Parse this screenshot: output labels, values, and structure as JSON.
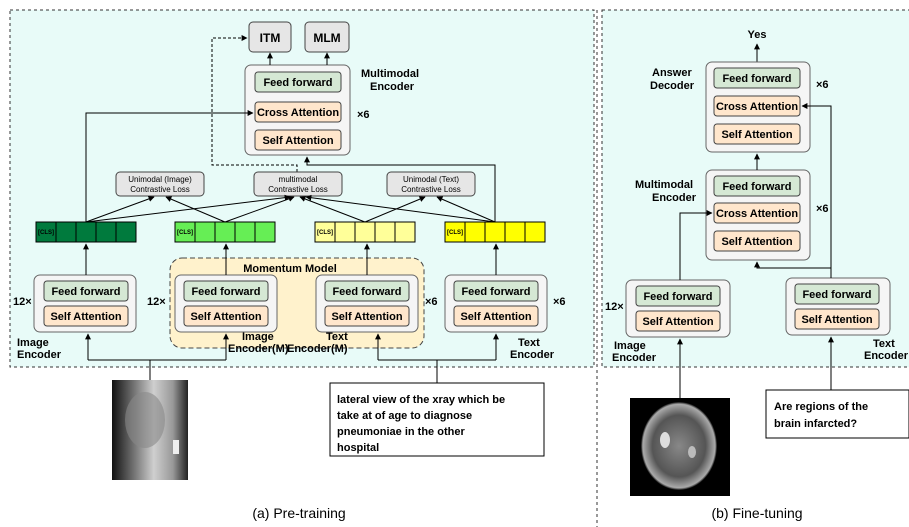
{
  "pretraining": {
    "heads": {
      "itm": "ITM",
      "mlm": "MLM"
    },
    "multimodal_encoder": {
      "name_line1": "Multimodal",
      "name_line2": "Encoder",
      "feed_forward": "Feed forward",
      "cross_attention": "Cross Attention",
      "self_attention": "Self Attention",
      "repeat": "×6"
    },
    "losses": {
      "image": {
        "line1": "Unimodal (Image)",
        "line2": "Contrastive Loss"
      },
      "multimodal": {
        "line1": "multimodal",
        "line2": "Contrastive Loss"
      },
      "text": {
        "line1": "Unimodal (Text)",
        "line2": "Contrastive Loss"
      }
    },
    "cls_token": "[CLS]",
    "token_colors": {
      "image": "#007a3d",
      "image_momentum": "#66ee55",
      "text_momentum": "#ffff99",
      "text": "#ffff00"
    },
    "momentum_model": {
      "title": "Momentum Model"
    },
    "image_encoder": {
      "repeat": "12×",
      "feed_forward": "Feed forward",
      "self_attention": "Self Attention",
      "name_line1": "Image",
      "name_line2": "Encoder"
    },
    "image_encoder_m": {
      "repeat": "12×",
      "feed_forward": "Feed forward",
      "self_attention": "Self Attention",
      "name_line1": "Image",
      "name_line2": "Encoder(M)"
    },
    "text_encoder_m": {
      "repeat": "×6",
      "feed_forward": "Feed forward",
      "self_attention": "Self Attention",
      "name_line1": "Text",
      "name_line2": "Encoder(M)"
    },
    "text_encoder": {
      "repeat": "×6",
      "feed_forward": "Feed forward",
      "self_attention": "Self Attention",
      "name_line1": "Text",
      "name_line2": "Encoder"
    },
    "input_text": [
      "lateral view of the xray which be",
      "take at  of age to diagnose",
      "pneumoniae in the other",
      "hospital"
    ],
    "caption": "(a) Pre-training"
  },
  "finetuning": {
    "output": "Yes",
    "answer_decoder": {
      "name_line1": "Answer",
      "name_line2": "Decoder",
      "feed_forward": "Feed forward",
      "cross_attention": "Cross Attention",
      "self_attention": "Self Attention",
      "repeat": "×6"
    },
    "multimodal_encoder": {
      "name_line1": "Multimodal",
      "name_line2": "Encoder",
      "feed_forward": "Feed forward",
      "cross_attention": "Cross Attention",
      "self_attention": "Self Attention",
      "repeat": "×6"
    },
    "image_encoder": {
      "repeat": "12×",
      "feed_forward": "Feed forward",
      "self_attention": "Self Attention",
      "name_line1": "Image",
      "name_line2": "Encoder"
    },
    "text_encoder": {
      "feed_forward": "Feed forward",
      "self_attention": "Self Attention",
      "name_line1": "Text",
      "name_line2": "Encoder"
    },
    "question": [
      "Are regions of the",
      "brain infarcted?"
    ],
    "caption": "(b) Fine-tuning"
  },
  "colors": {
    "panel_bg": "#e8fbf8",
    "feed_forward": "#d5e8d4",
    "attention": "#ffe6cc",
    "module_bg": "#f5f5f5",
    "momentum_bg": "#fff2cc"
  }
}
